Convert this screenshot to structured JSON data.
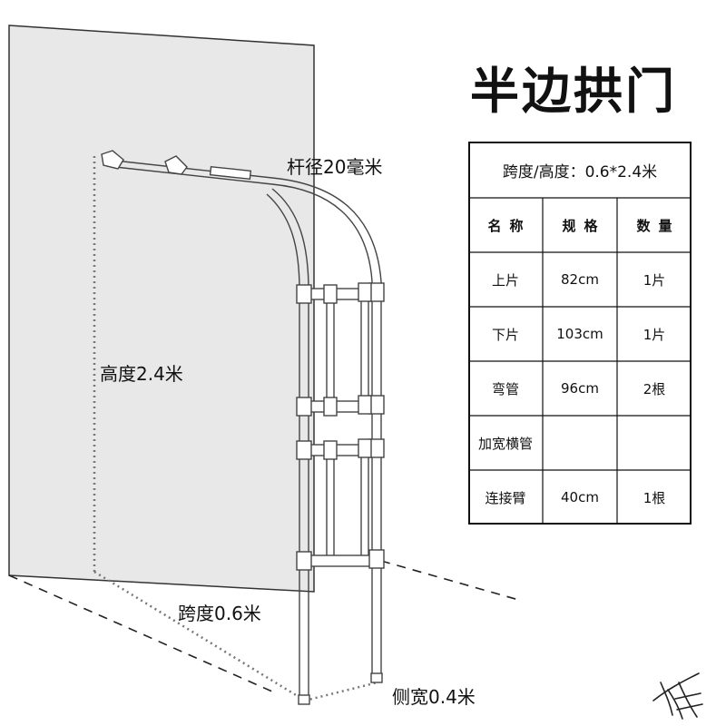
{
  "title": "半边拱门",
  "labels": {
    "rod_diameter": "杆径20毫米",
    "height": "高度2.4米",
    "span": "跨度0.6米",
    "side_width": "侧宽0.4米"
  },
  "spec_table": {
    "caption": "跨度/高度：0.6*2.4米",
    "headers": [
      "名称",
      "规格",
      "数量"
    ],
    "rows": [
      [
        "上片",
        "82cm",
        "1片"
      ],
      [
        "下片",
        "103cm",
        "1片"
      ],
      [
        "弯管",
        "96cm",
        "2根"
      ],
      [
        "加宽横管",
        "",
        ""
      ],
      [
        "连接臂",
        "40cm",
        "1根"
      ]
    ]
  }
}
